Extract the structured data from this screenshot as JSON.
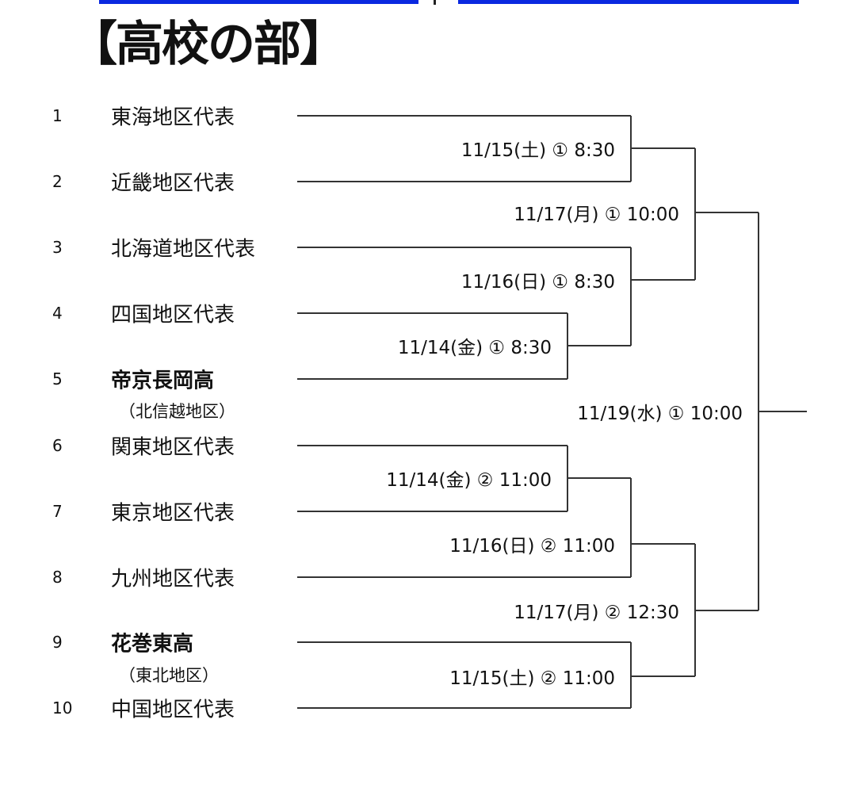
{
  "title": "【高校の部】",
  "colors": {
    "bar": "#0a28e0",
    "line": "#333333"
  },
  "teams": [
    {
      "no": "1",
      "name": "東海地区代表"
    },
    {
      "no": "2",
      "name": "近畿地区代表"
    },
    {
      "no": "3",
      "name": "北海道地区代表"
    },
    {
      "no": "4",
      "name": "四国地区代表"
    },
    {
      "no": "5",
      "name": "帝京長岡高",
      "sub": "（北信越地区）"
    },
    {
      "no": "6",
      "name": "関東地区代表"
    },
    {
      "no": "7",
      "name": "東京地区代表"
    },
    {
      "no": "8",
      "name": "九州地区代表"
    },
    {
      "no": "9",
      "name": "花巻東高",
      "sub": "（東北地区）"
    },
    {
      "no": "10",
      "name": "中国地区代表"
    }
  ],
  "matches": [
    {
      "label": "11/15(土) ① 8:30"
    },
    {
      "label": "11/14(金) ① 8:30"
    },
    {
      "label": "11/16(日) ① 8:30"
    },
    {
      "label": "11/17(月) ① 10:00"
    },
    {
      "label": "11/14(金) ② 11:00"
    },
    {
      "label": "11/16(日) ② 11:00"
    },
    {
      "label": "11/15(土) ② 11:00"
    },
    {
      "label": "11/17(月) ② 12:30"
    },
    {
      "label": "11/19(水) ① 10:00"
    }
  ]
}
